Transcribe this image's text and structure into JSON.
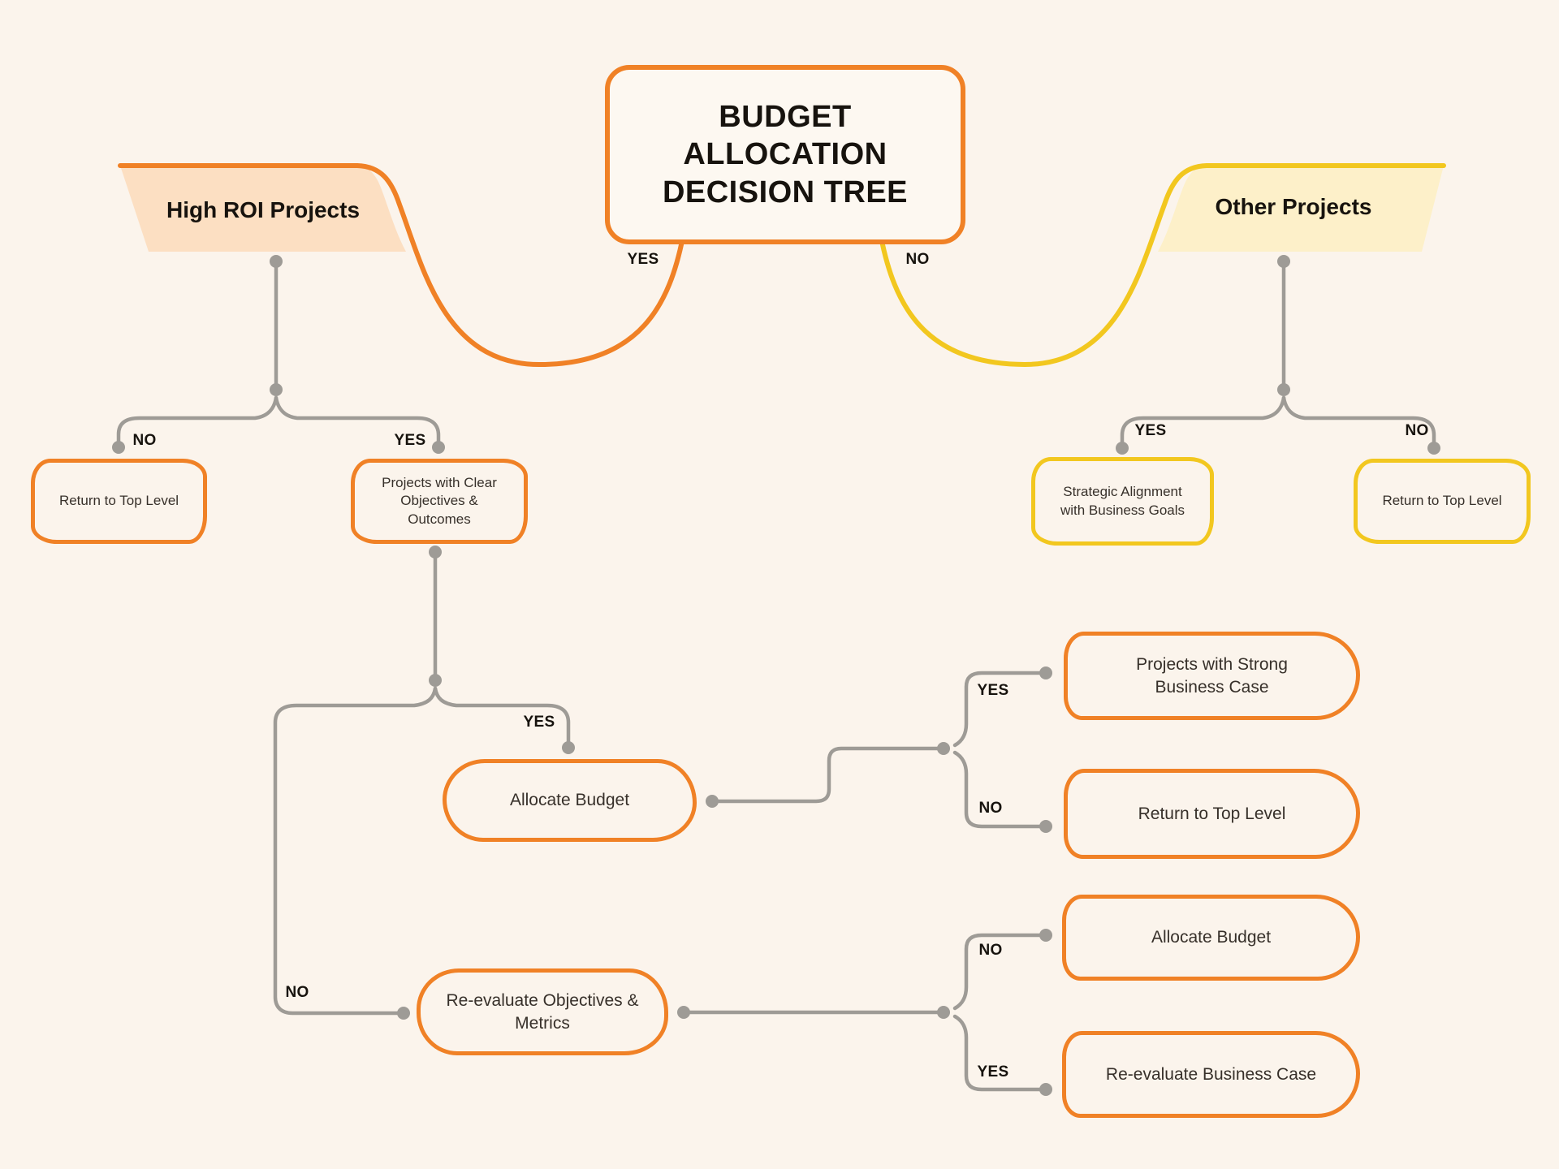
{
  "colors": {
    "background": "#fbf4ec",
    "orange": "#f08126",
    "orange_fill": "#fcdfc2",
    "yellow": "#f2c71f",
    "yellow_fill": "#fdf0c9",
    "gray": "#9e9b96",
    "ink": "#17130e",
    "box_text": "#37302a",
    "title_box_bg": "#fdf8f1"
  },
  "title": {
    "lines": [
      "BUDGET",
      "ALLOCATION",
      "DECISION TREE"
    ]
  },
  "root": {
    "yes_branch_label": "YES",
    "no_branch_label": "NO",
    "yes": {
      "label": "High ROI Projects",
      "no_branch_label": "NO",
      "yes_branch_label": "YES",
      "no": {
        "label": "Return to Top Level"
      },
      "yes": {
        "label": "Projects with Clear Objectives & Outcomes",
        "yes_branch_label": "YES",
        "no_branch_label": "NO",
        "yes": {
          "label": "Allocate Budget",
          "yes_branch_label": "YES",
          "no_branch_label": "NO",
          "yes": {
            "label": "Projects with Strong Business Case"
          },
          "no": {
            "label": "Return to Top Level"
          }
        },
        "no": {
          "label": "Re-evaluate Objectives & Metrics",
          "no_branch_label": "NO",
          "yes_branch_label": "YES",
          "no": {
            "label": "Allocate Budget"
          },
          "yes": {
            "label": "Re-evaluate Business Case"
          }
        }
      }
    },
    "no": {
      "label": "Other Projects",
      "yes_branch_label": "YES",
      "no_branch_label": "NO",
      "yes": {
        "label": "Strategic Alignment with Business Goals"
      },
      "no": {
        "label": "Return to Top Level"
      }
    }
  }
}
